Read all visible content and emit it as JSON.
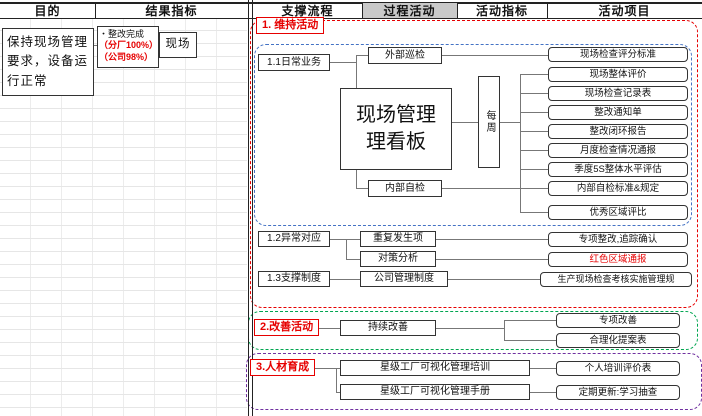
{
  "header": {
    "columns": [
      "目的",
      "结果指标",
      "支撑流程",
      "过程活动",
      "活动指标",
      "活动项目"
    ]
  },
  "purpose": {
    "text": "保持现场管理要求，设备运行正常"
  },
  "result": {
    "bullet": "・整改完成",
    "branch": "（分厂100%）",
    "company": "（公司98%）",
    "site": "现场"
  },
  "section1": {
    "title": "1. 维持活动",
    "daily": {
      "label": "1.1日常业务",
      "external_patrol": "外部巡检",
      "kanban_line1": "现场管理",
      "kanban_line2": "理看板",
      "internal_check": "内部自检",
      "weekly_label": "每周",
      "items": [
        "现场检查评分标准",
        "现场整体评价",
        "现场检查记录表",
        "整改通知单",
        "整改闭环报告",
        "月度检查情况通报",
        "季度5S整体水平评估",
        "内部自检标准&规定",
        "优秀区域评比"
      ]
    },
    "abnormal": {
      "label": "1.2异常对应",
      "repeat_box": "重复发生项",
      "analysis_box": "对策分析",
      "item_rectify": "专项整改,追踪确认",
      "item_red_zone": "红色区域通报"
    },
    "support": {
      "label": "1.3支撑制度",
      "company_rule": "公司管理制度",
      "item_regulation": "生产现场检查考核实施管理规"
    }
  },
  "section2": {
    "title": "2.改善活动",
    "continuous_box": "持续改善",
    "item_special": "专项改善",
    "item_proposal": "合理化提案表"
  },
  "section3": {
    "title": "3.人材育成",
    "training_box": "星级工厂可视化管理培训",
    "manual_box": "星级工厂可视化管理手册",
    "item_evaluation": "个人培训评价表",
    "item_update": "定期更新:学习抽查"
  },
  "colors": {
    "accent_red": "#e60000",
    "blue_dashed": "#4472c4",
    "green_dashed": "#00a550",
    "purple_dashed": "#7030a0"
  }
}
